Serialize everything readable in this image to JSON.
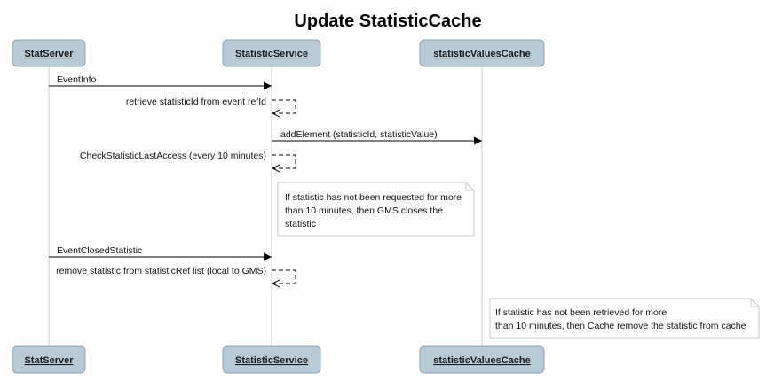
{
  "diagram": {
    "title": "Update StatisticCache",
    "participants": [
      {
        "id": "statserver",
        "name": "StatServer"
      },
      {
        "id": "service",
        "name": "StatisticService"
      },
      {
        "id": "cache",
        "name": "statisticValuesCache"
      }
    ],
    "messages": [
      {
        "from": "StatServer",
        "to": "StatisticService",
        "label": "EventInfo",
        "kind": "sync"
      },
      {
        "from": "StatisticService",
        "to": "StatisticService",
        "label": "retrieve statisticId from event refId",
        "kind": "self"
      },
      {
        "from": "StatisticService",
        "to": "statisticValuesCache",
        "label": "addElement (statisticId, statisticValue)",
        "kind": "sync"
      },
      {
        "from": "StatisticService",
        "to": "StatisticService",
        "label": "CheckStatisticLastAccess (every 10 minutes)",
        "kind": "self"
      },
      {
        "from": "StatServer",
        "to": "StatisticService",
        "label": "EventClosedStatistic",
        "kind": "sync"
      },
      {
        "from": "StatisticService",
        "to": "StatisticService",
        "label": "remove statistic from statisticRef list (local to GMS)",
        "kind": "self"
      }
    ],
    "notes": [
      {
        "lines": [
          "If statistic has not been requested for more",
          "than 10 minutes, then GMS closes the",
          "statistic"
        ]
      },
      {
        "lines": [
          "If statistic has not been retrieved for more",
          "than 10 minutes, then Cache remove the statistic from cache"
        ]
      }
    ],
    "colors": {
      "participant_fill": "#b9cad7",
      "participant_border": "#8fa3b3",
      "lifeline": "#c7d0d8",
      "note_border": "#c8c8c8",
      "arrow": "#000000"
    }
  }
}
